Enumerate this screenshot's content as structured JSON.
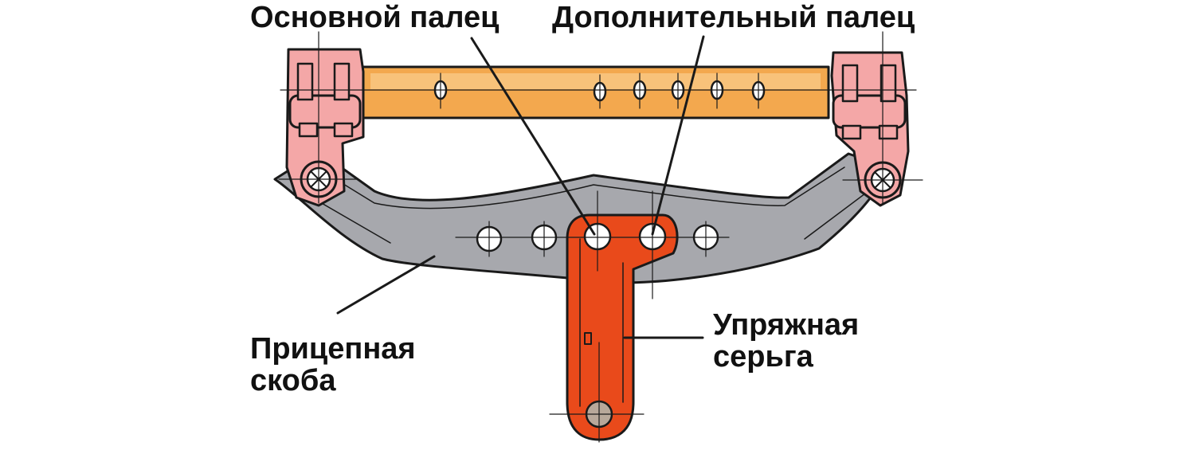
{
  "labels": {
    "main_pin": "Основной палец",
    "extra_pin": "Дополнительный палец",
    "hitch_bracket": [
      "Прицепная",
      "скоба"
    ],
    "harness_shackle": [
      "Упряжная",
      "серьга"
    ]
  },
  "colors": {
    "drawbar": "#f3a84e",
    "drawbar_highlight": "#f8c27a",
    "pivot_blocks": "#f4a7a7",
    "hitch_bracket": "#a7a8ad",
    "shackle": "#e94a1b",
    "outline": "#1a1a1a",
    "text": "#111111"
  }
}
